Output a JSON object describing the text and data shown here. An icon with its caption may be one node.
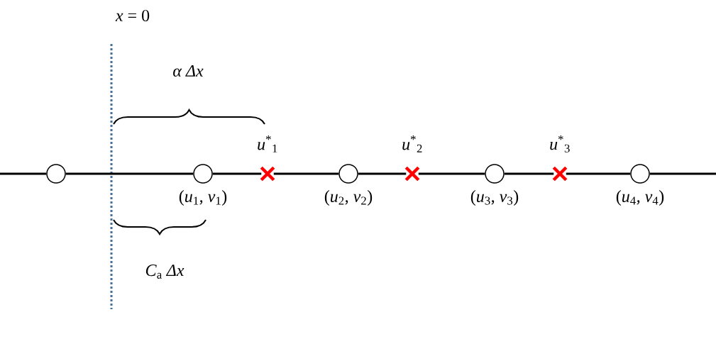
{
  "diagram": {
    "nodes": [
      {
        "text": [],
        "shape": "circle"
      },
      {
        "text": [],
        "shape": "circle",
        "beside": [
          "(*u*$_{1}$, *v*$_{1}$)"
        ]
      },
      {
        "text": [],
        "shape": "cross",
        "beside": [
          "*u*$^{*}$$_{1}$"
        ]
      },
      {
        "text": [],
        "shape": "circle",
        "beside": [
          "(*u*$_{2}$, *v*$_{2}$)"
        ]
      },
      {
        "text": [],
        "shape": "cross",
        "beside": [
          "*u*$^{*}$$_{2}$"
        ]
      },
      {
        "text": [],
        "shape": "circle",
        "beside": [
          "(*u*$_{3}$, *v*$_{3}$)"
        ]
      },
      {
        "text": [],
        "shape": "cross",
        "beside": [
          "*u*$^{*}$$_{3}$"
        ]
      },
      {
        "text": [],
        "shape": "circle",
        "beside": [
          "(*u*$_{4}$, *v*$_{4}$)"
        ]
      }
    ],
    "edges": [
      {
        "from": null,
        "to": 0,
        "arrow": "none"
      },
      {
        "from": 0,
        "to": 1,
        "arrow": "none"
      },
      {
        "from": 1,
        "to": 2,
        "arrow": "none"
      },
      {
        "from": 2,
        "to": 3,
        "arrow": "none"
      },
      {
        "from": 3,
        "to": 4,
        "arrow": "none"
      },
      {
        "from": 4,
        "to": 5,
        "arrow": "none"
      },
      {
        "from": 5,
        "to": 6,
        "arrow": "none"
      },
      {
        "from": 6,
        "to": 7,
        "arrow": "none"
      },
      {
        "from": 7,
        "to": null,
        "arrow": "none"
      }
    ],
    "labels": [
      "*x* = 0",
      "*α Δx*",
      "*C*$_{a}$ *Δx*"
    ]
  }
}
